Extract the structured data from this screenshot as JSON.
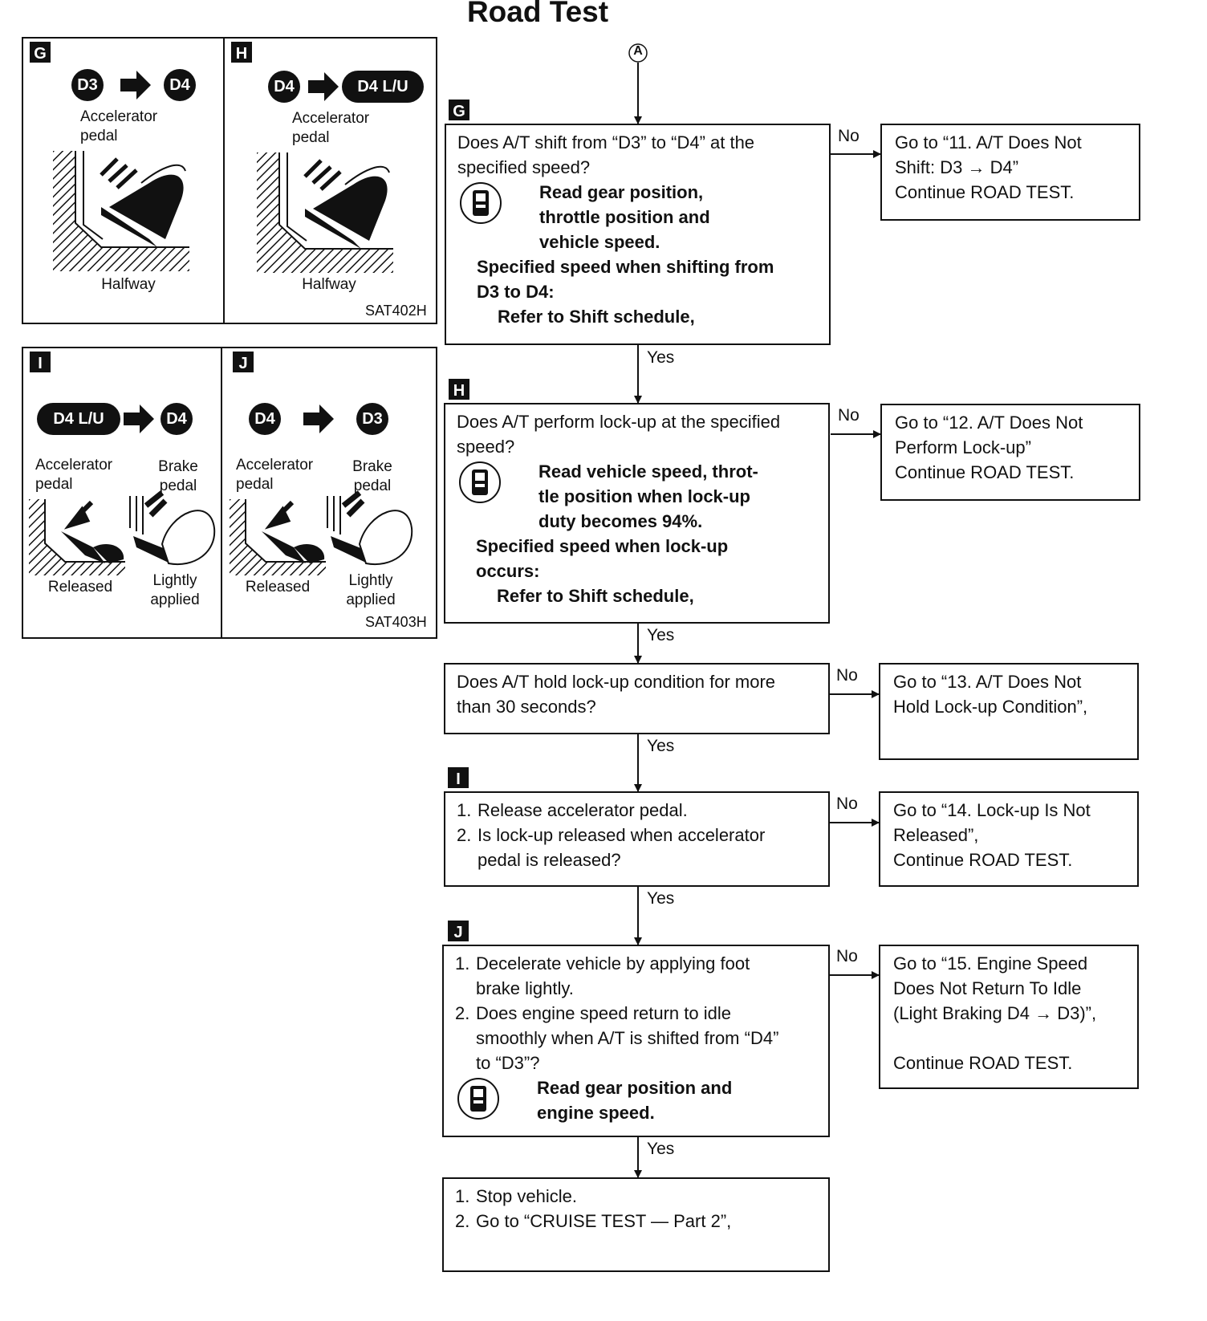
{
  "title": "Road Test",
  "connector_A": "A",
  "labels": {
    "yes": "Yes",
    "no": "No"
  },
  "left_panels": {
    "top": {
      "code": "SAT402H",
      "G": {
        "tag": "G",
        "from": "D3",
        "to": "D4",
        "pedal": "Accelerator\npedal",
        "state": "Halfway"
      },
      "H": {
        "tag": "H",
        "from": "D4",
        "to": "D4 L/U",
        "pedal": "Accelerator\npedal",
        "state": "Halfway"
      }
    },
    "bottom": {
      "code": "SAT403H",
      "I": {
        "tag": "I",
        "from": "D4 L/U",
        "to": "D4",
        "accel": "Accelerator\npedal",
        "brake": "Brake\npedal",
        "accel_state": "Released",
        "brake_state": "Lightly\napplied"
      },
      "J": {
        "tag": "J",
        "from": "D4",
        "to": "D3",
        "accel": "Accelerator\npedal",
        "brake": "Brake\npedal",
        "accel_state": "Released",
        "brake_state": "Lightly\napplied"
      }
    }
  },
  "steps": {
    "G": {
      "tag": "G",
      "q1": "Does A/T shift from “D3” to “D4” at the",
      "q2": "specified speed?",
      "c1": "Read gear position,",
      "c2": "throttle position and",
      "c3": "vehicle speed.",
      "s1": "Specified speed when shifting from",
      "s2": "D3 to D4:",
      "s3": "Refer to Shift schedule,",
      "no1": "Go to “11. A/T Does Not",
      "no2": "Shift: D3 → D4”",
      "no3": "Continue ROAD TEST."
    },
    "H": {
      "tag": "H",
      "q1": "Does A/T perform lock-up at the specified",
      "q2": "speed?",
      "c1": "Read vehicle speed, throt-",
      "c2": "tle position when lock-up",
      "c3": "duty becomes 94%.",
      "s1": "Specified speed when lock-up",
      "s2": "occurs:",
      "s3": "Refer to Shift schedule,",
      "no1": "Go to “12. A/T Does Not",
      "no2": "Perform Lock-up”",
      "no3": "Continue ROAD TEST."
    },
    "hold": {
      "q1": "Does A/T hold lock-up condition for more",
      "q2": "than 30 seconds?",
      "no1": "Go to “13. A/T Does Not",
      "no2": "Hold Lock-up Condition”,"
    },
    "I": {
      "tag": "I",
      "n1": "1.",
      "l1": "Release accelerator pedal.",
      "n2": "2.",
      "l2a": "Is lock-up released when accelerator",
      "l2b": "pedal is released?",
      "no1": "Go to “14. Lock-up Is Not",
      "no2": "Released”,",
      "no3": "Continue ROAD TEST."
    },
    "J": {
      "tag": "J",
      "n1": "1.",
      "l1a": "Decelerate vehicle by applying foot",
      "l1b": "brake lightly.",
      "n2": "2.",
      "l2a": "Does engine speed return to idle",
      "l2b": "smoothly when A/T is shifted from “D4”",
      "l2c": "to “D3”?",
      "c1": "Read gear position and",
      "c2": "engine speed.",
      "no1": "Go to “15. Engine Speed",
      "no2": "Does Not Return To Idle",
      "no3": "(Light Braking D4 → D3)”,",
      "no4": "Continue ROAD TEST."
    },
    "final": {
      "n1": "1.",
      "l1": "Stop vehicle.",
      "n2": "2.",
      "l2": "Go to “CRUISE TEST — Part 2”,"
    }
  }
}
